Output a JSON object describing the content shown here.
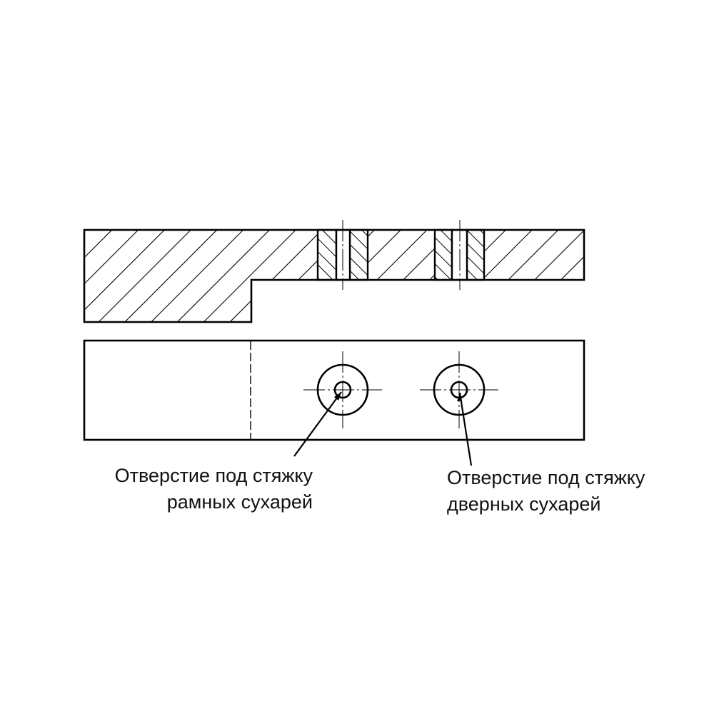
{
  "drawing": {
    "type": "technical-drawing",
    "views": {
      "section_view": "section",
      "plan_view": "plan"
    },
    "colors": {
      "line": "#000000",
      "background": "#ffffff",
      "text": "#111111"
    }
  },
  "callouts": [
    {
      "id": "frame-hole",
      "line1": "Отверстие под стяжку",
      "line2": "рамных сухарей"
    },
    {
      "id": "door-hole",
      "line1": "Отверстие под стяжку",
      "line2": "дверных сухарей"
    }
  ]
}
